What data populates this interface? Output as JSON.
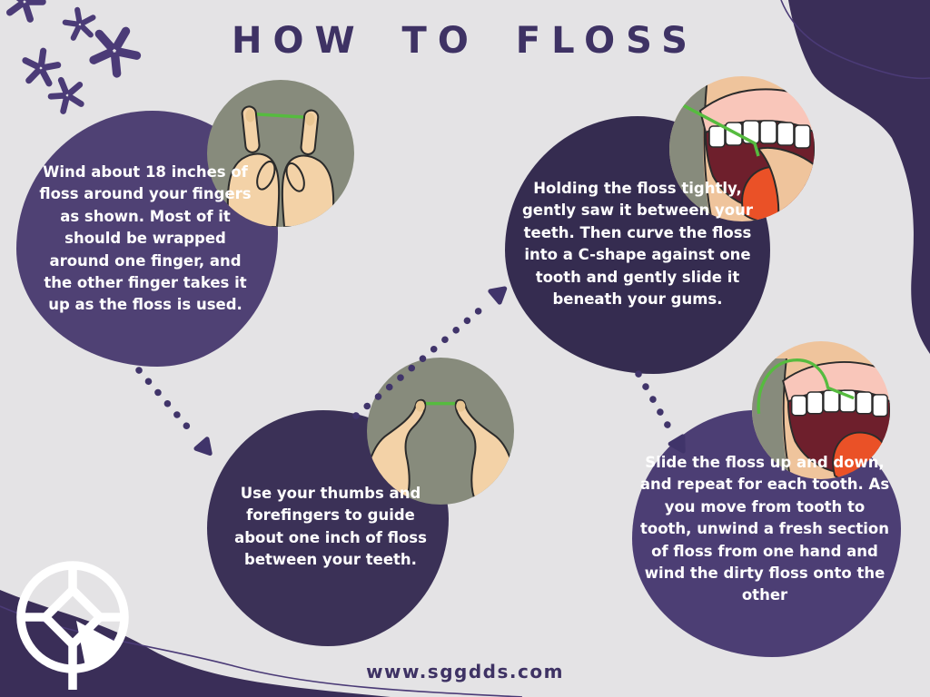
{
  "title": "HOW TO FLOSS",
  "website": "www.sggdds.com",
  "steps": [
    {
      "text": "Wind about 18 inches of floss around your fingers as shown. Most of it should be wrapped around one finger, and the other finger takes it up as the floss is used."
    },
    {
      "text": "Holding the floss tightly, gently saw it between your teeth. Then curve the floss into a C-shape against one tooth and gently slide it beneath your gums."
    },
    {
      "text": "Use your thumbs and forefingers to guide about one inch of floss between your teeth."
    },
    {
      "text": "Slide the floss up and down, and repeat for each tooth. As you move from tooth to tooth, unwind a fresh section of floss from one hand and wind the dirty floss onto the other"
    }
  ],
  "illustrations": [
    {
      "name": "hands-winding-floss"
    },
    {
      "name": "mouth-sawing-floss"
    },
    {
      "name": "thumbs-guiding-floss"
    },
    {
      "name": "mouth-sliding-floss"
    }
  ],
  "colors": {
    "background": "#e4e3e5",
    "title": "#3e3264",
    "blob_step1": "#4f4174",
    "blob_step2": "#352c50",
    "blob_step3": "#3b3157",
    "blob_step4": "#4c3e74",
    "corner_shape": "#3a2e58",
    "stars": "#4b3b77",
    "arrow": "#40346a",
    "floss_green": "#56bb3f",
    "illustration_circle": "#878b7c",
    "skin": "#f3d2a7",
    "step_text": "#ffffff"
  }
}
